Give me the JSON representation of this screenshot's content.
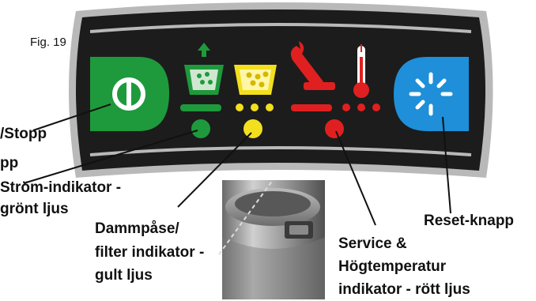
{
  "figure": {
    "caption": "Fig. 19"
  },
  "panel": {
    "background": "#1c1c1c",
    "bezel": "#b9b9b9",
    "power_button_color": "#1e9a3c",
    "reset_button_color": "#1e8fd8"
  },
  "indicators": [
    {
      "icon": "dust-bag-outgoing-icon",
      "color": "#1e9a3c"
    },
    {
      "icon": "dust-bag-full-icon",
      "color": "#f2df1e"
    },
    {
      "icon": "wrench-icon",
      "color": "#e02020"
    },
    {
      "icon": "thermometer-icon",
      "color": "#e02020"
    }
  ],
  "labels": {
    "start_stop": "/Stopp",
    "stopp": "pp",
    "power_line1": "Ström-indikator -",
    "power_line2": "grönt ljus",
    "dust_line1": "Dammpåse/",
    "dust_line2": "filter indikator -",
    "dust_line3": "gult ljus",
    "reset": "Reset-knapp",
    "service_line1": "Service &",
    "service_line2": "Högtemperatur",
    "service_line3": "indikator - rött ljus"
  }
}
